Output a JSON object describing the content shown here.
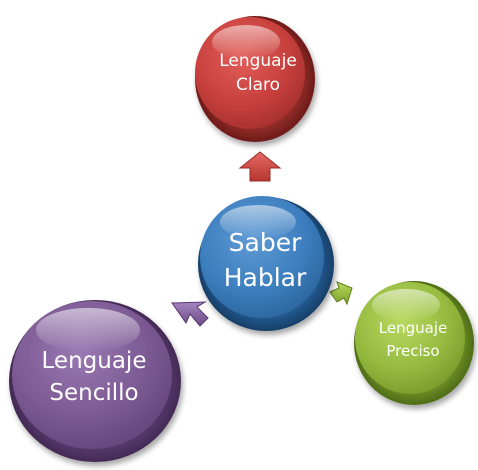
{
  "diagram": {
    "center": {
      "line1": "Saber",
      "line2": "Hablar",
      "color": "#3d7fbf"
    },
    "top": {
      "line1": "Lenguaje",
      "line2": "Claro",
      "color": "#c8403d"
    },
    "right": {
      "line1": "Lenguaje",
      "line2": "Preciso",
      "color": "#96bb3f"
    },
    "left": {
      "line1": "Lenguaje",
      "line2": "Sencillo",
      "color": "#7d5a94"
    }
  }
}
